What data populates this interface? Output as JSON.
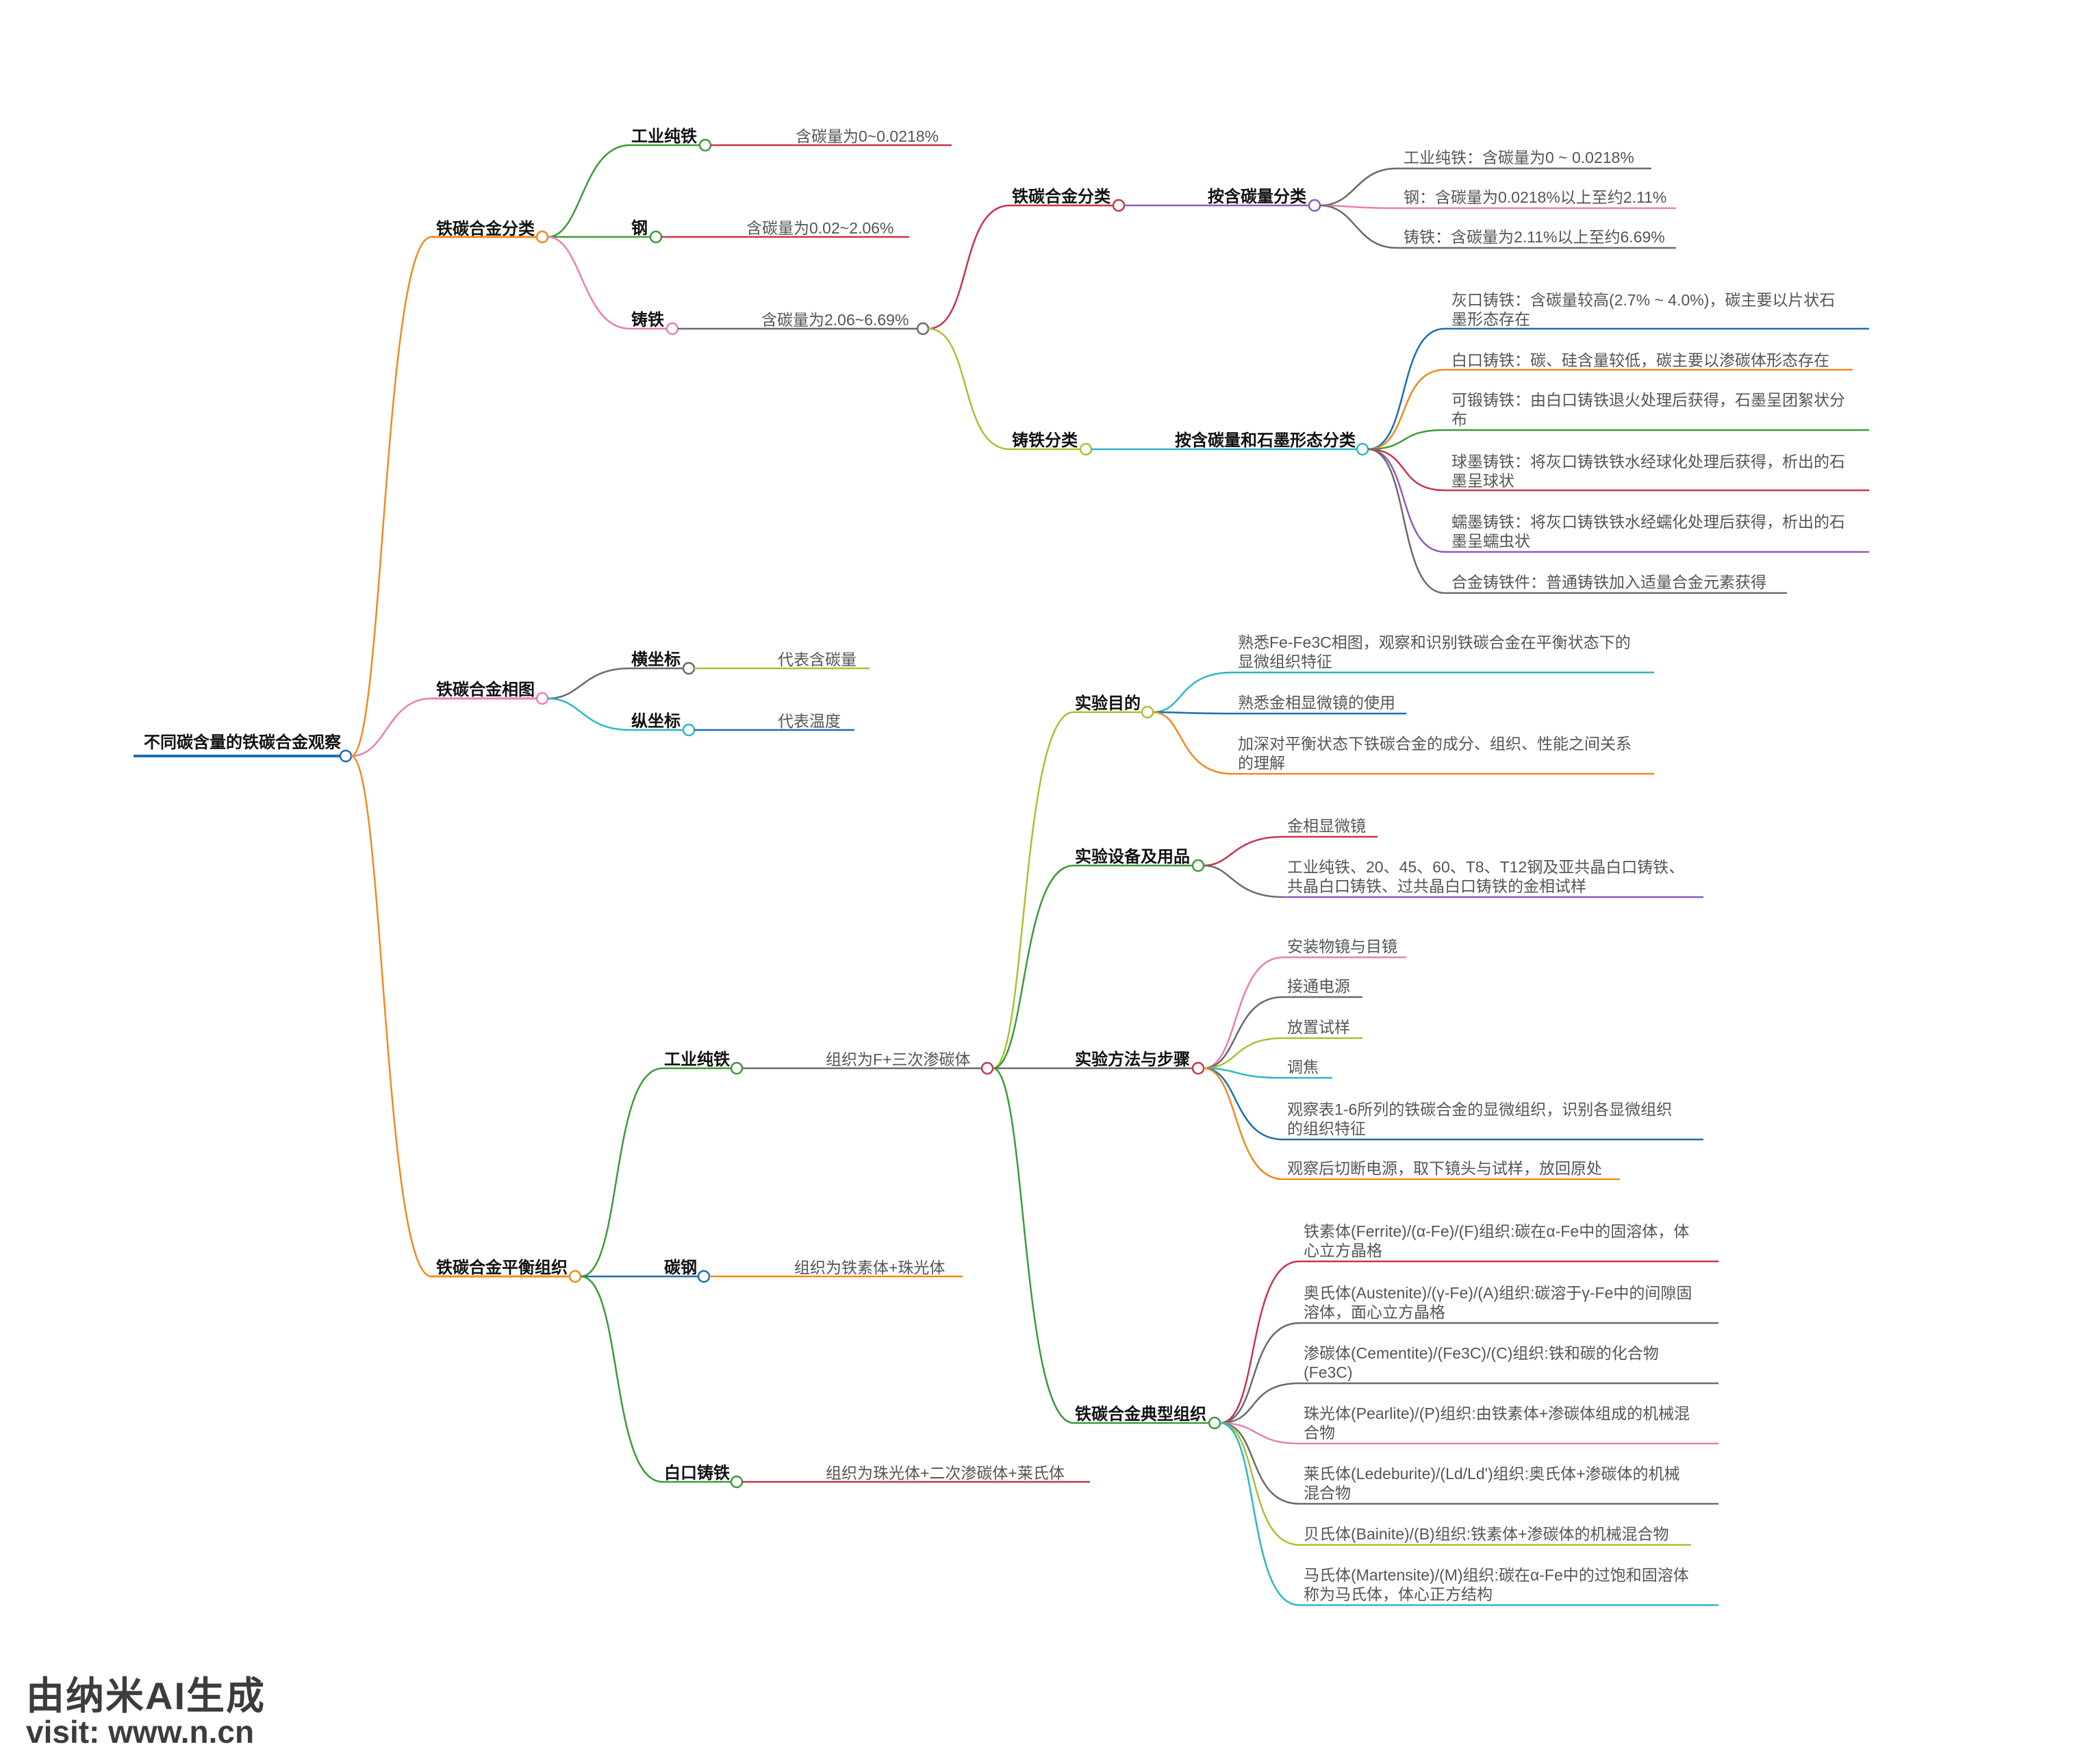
{
  "root": "不同碳含量的铁碳合金观察",
  "branches": {
    "classification": {
      "title": "铁碳合金分类",
      "gongye": {
        "label": "工业纯铁",
        "desc": "含碳量为0~0.0218%"
      },
      "gang": {
        "label": "钢",
        "desc": "含碳量为0.02~2.06%"
      },
      "zhutie": {
        "label": "铸铁",
        "desc": "含碳量为2.06~6.69%"
      },
      "sub1": {
        "title": "铁碳合金分类",
        "criterion": "按含碳量分类",
        "items": [
          "工业纯铁：含碳量为0 ~ 0.0218%",
          "钢：含碳量为0.0218%以上至约2.11%",
          "铸铁：含碳量为2.11%以上至约6.69%"
        ]
      },
      "sub2": {
        "title": "铸铁分类",
        "criterion": "按含碳量和石墨形态分类",
        "items": [
          [
            "灰口铸铁：含碳量较高(2.7% ~ 4.0%)，碳主要以片状石",
            "墨形态存在"
          ],
          [
            "白口铸铁：碳、硅含量较低，碳主要以渗碳体形态存在"
          ],
          [
            "可锻铸铁：由白口铸铁退火处理后获得，石墨呈团絮状分",
            "布"
          ],
          [
            "球墨铸铁：将灰口铸铁铁水经球化处理后获得，析出的石",
            "墨呈球状"
          ],
          [
            "蠕墨铸铁：将灰口铸铁铁水经蠕化处理后获得，析出的石",
            "墨呈蠕虫状"
          ],
          [
            "合金铸铁件：普通铸铁加入适量合金元素获得"
          ]
        ]
      }
    },
    "phase": {
      "title": "铁碳合金相图",
      "x": {
        "label": "横坐标",
        "desc": "代表含碳量"
      },
      "y": {
        "label": "纵坐标",
        "desc": "代表温度"
      }
    },
    "equilibrium": {
      "title": "铁碳合金平衡组织",
      "gongye": {
        "label": "工业纯铁",
        "desc": "组织为F+三次渗碳体"
      },
      "tangang": {
        "label": "碳钢",
        "desc": "组织为铁素体+珠光体"
      },
      "baikou": {
        "label": "白口铸铁",
        "desc": "组织为珠光体+二次渗碳体+莱氏体"
      },
      "purpose": {
        "title": "实验目的",
        "items": [
          [
            "熟悉Fe-Fe3C相图，观察和识别铁碳合金在平衡状态下的",
            "显微组织特征"
          ],
          [
            "熟悉金相显微镜的使用"
          ],
          [
            "加深对平衡状态下铁碳合金的成分、组织、性能之间关系",
            "的理解"
          ]
        ]
      },
      "equipment": {
        "title": "实验设备及用品",
        "items": [
          [
            "金相显微镜"
          ],
          [
            "工业纯铁、20、45、60、T8、T12钢及亚共晶白口铸铁、",
            "共晶白口铸铁、过共晶白口铸铁的金相试样"
          ]
        ]
      },
      "method": {
        "title": "实验方法与步骤",
        "items": [
          [
            "安装物镜与目镜"
          ],
          [
            "接通电源"
          ],
          [
            "放置试样"
          ],
          [
            "调焦"
          ],
          [
            "观察表1-6所列的铁碳合金的显微组织，识别各显微组织",
            "的组织特征"
          ],
          [
            "观察后切断电源，取下镜头与试样，放回原处"
          ]
        ]
      },
      "typical": {
        "title": "铁碳合金典型组织",
        "items": [
          [
            "铁素体(Ferrite)/(α-Fe)/(F)组织:碳在α-Fe中的固溶体，体",
            "心立方晶格"
          ],
          [
            "奥氏体(Austenite)/(γ-Fe)/(A)组织:碳溶于γ-Fe中的间隙固",
            "溶体，面心立方晶格"
          ],
          [
            "渗碳体(Cementite)/(Fe3C)/(C)组织:铁和碳的化合物",
            "(Fe3C)"
          ],
          [
            "珠光体(Pearlite)/(P)组织:由铁素体+渗碳体组成的机械混",
            "合物"
          ],
          [
            "莱氏体(Ledeburite)/(Ld/Ld')组织:奥氏体+渗碳体的机械",
            "混合物"
          ],
          [
            "贝氏体(Bainite)/(B)组织:铁素体+渗碳体的机械混合物"
          ],
          [
            "马氏体(Martensite)/(M)组织:碳在α-Fe中的过饱和固溶体",
            "称为马氏体，体心正方结构"
          ]
        ]
      }
    }
  },
  "watermark": {
    "line1": "由纳米AI生成",
    "line2": "visit: www.n.cn"
  },
  "colors": {
    "blue": "#1a6fb5",
    "orange": "#f08a1c",
    "pink": "#e87fb4",
    "green": "#3d9a3a",
    "red": "#c8344a",
    "purple": "#8a5bbf",
    "grey": "#6a6a6a",
    "lime": "#a7c234",
    "teal": "#2bb8c4"
  }
}
